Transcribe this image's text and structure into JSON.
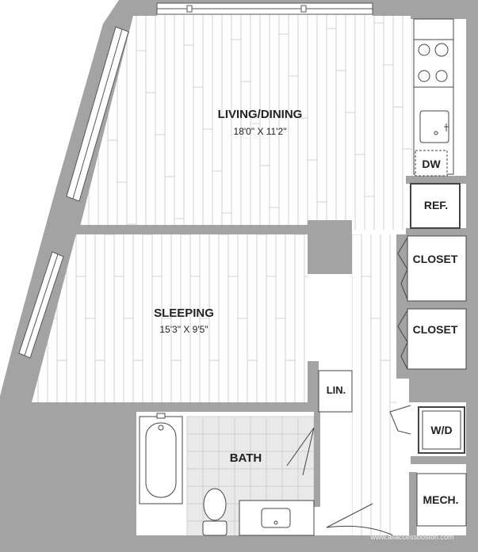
{
  "rooms": {
    "living": {
      "name": "LIVING/DINING",
      "dims": "18'0\" X 11'2\""
    },
    "sleeping": {
      "name": "SLEEPING",
      "dims": "15'3\" X 9'5\""
    },
    "bath": {
      "name": "BATH"
    }
  },
  "fixtures": {
    "dw": "DW",
    "ref": "REF.",
    "closet_1": "CLOSET",
    "closet_2": "CLOSET",
    "lin": "LIN.",
    "wd": "W/D",
    "mech": "MECH."
  },
  "watermark": "www.allaccessboston.com",
  "colors": {
    "wall": "#a3a3a3",
    "floor_line": "#d2d2d2",
    "tile": "#e6e6e6",
    "ink": "#222222"
  }
}
